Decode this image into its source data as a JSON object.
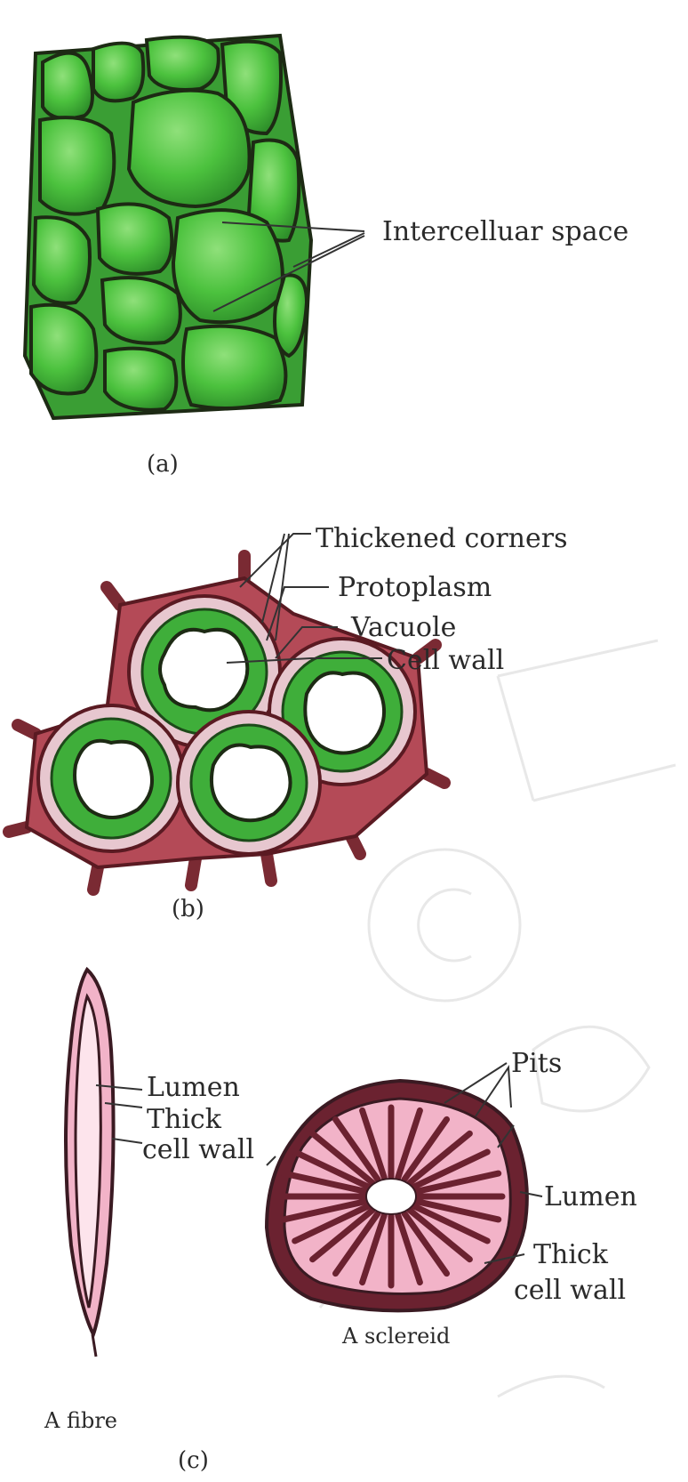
{
  "panel_a": {
    "label_intercellular": "Intercelluar  space",
    "caption": "(a)"
  },
  "panel_b": {
    "label_thickened": "Thickened  corners",
    "label_protoplasm": "Protoplasm",
    "label_vacuole": "Vacuole",
    "label_cellwall": "Cell  wall",
    "caption": "(b)"
  },
  "panel_c": {
    "fibre_lumen": "Lumen",
    "fibre_thick": "Thick",
    "fibre_cellwall": "cell  wall",
    "fibre_caption": "A fibre",
    "sclereid_pits": "Pits",
    "sclereid_lumen": "Lumen",
    "sclereid_thick": "Thick",
    "sclereid_cellwall": "cell  wall",
    "sclereid_caption": "A sclereid",
    "caption": "(c)"
  },
  "colors": {
    "parenchyma_fill": "#4cc23e",
    "parenchyma_stroke": "#1d2a14",
    "collenchyma_wall": "#7a2a33",
    "collenchyma_proto": "#3fae3a",
    "sclerenchyma_fill": "#f2b3c8",
    "sclerenchyma_wall": "#6b2230"
  }
}
